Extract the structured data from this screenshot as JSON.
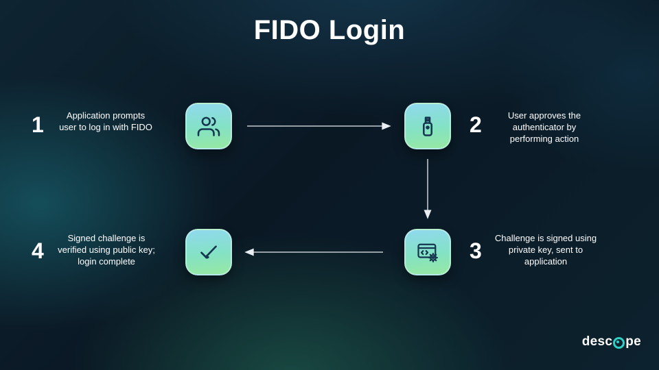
{
  "title": "FIDO Login",
  "steps": [
    {
      "number": "1",
      "text": "Application prompts user to log in with FIDO",
      "icon": "users-icon"
    },
    {
      "number": "2",
      "text": "User approves the authenticator by performing action",
      "icon": "usb-drive-icon"
    },
    {
      "number": "3",
      "text": "Challenge is signed using private key, sent to application",
      "icon": "code-window-gear-icon"
    },
    {
      "number": "4",
      "text": "Signed challenge is verified using public key; login complete",
      "icon": "checkmark-icon"
    }
  ],
  "arrows": [
    {
      "from": "step-1-icon",
      "to": "step-2-icon",
      "direction": "right"
    },
    {
      "from": "step-2-icon",
      "to": "step-3-icon",
      "direction": "down"
    },
    {
      "from": "step-3-icon",
      "to": "step-4-icon",
      "direction": "left"
    }
  ],
  "footer": {
    "logo_left": "desc",
    "logo_right": "pe"
  },
  "colors": {
    "background": "#0b1a24",
    "icon_gradient_top": "#8fd9ee",
    "icon_gradient_bottom": "#96e8a2",
    "icon_glyph": "#14364e",
    "accent_teal": "#2fd0c4",
    "arrow": "#e8eef2"
  }
}
